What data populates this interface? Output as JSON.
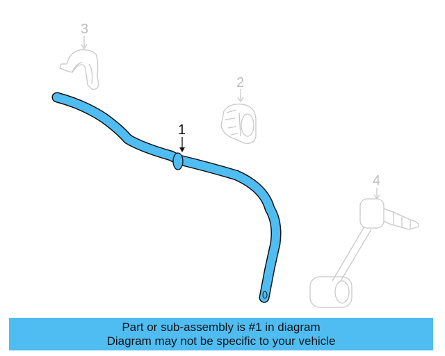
{
  "diagram": {
    "callouts": [
      {
        "id": "1",
        "label": "1",
        "part": "stabilizer-bar",
        "highlighted": true
      },
      {
        "id": "2",
        "label": "2",
        "part": "bushing",
        "highlighted": false
      },
      {
        "id": "3",
        "label": "3",
        "part": "bracket",
        "highlighted": false
      },
      {
        "id": "4",
        "label": "4",
        "part": "stabilizer-link",
        "highlighted": false
      }
    ],
    "colors": {
      "highlight_fill": "#4fbdf2",
      "outline": "#111111",
      "ghost": "#c8c8c8",
      "banner": "#4fbdf2"
    }
  },
  "banner": {
    "line1": "Part or sub-assembly is #1 in diagram",
    "line2": "Diagram may not be specific to your vehicle"
  }
}
